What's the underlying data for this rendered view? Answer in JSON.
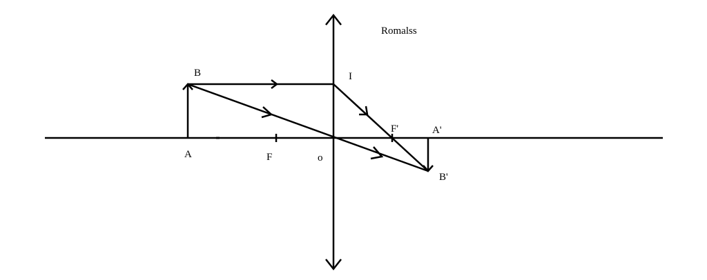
{
  "caption": "Romalss",
  "labels": {
    "object_base": "A",
    "object_top": "B",
    "focus_object_side": "F",
    "optical_center": "o",
    "lens_incidence_point": "I",
    "focus_image_side": "F'",
    "image_base": "A'",
    "image_tip": "B'"
  },
  "colors": {
    "line": "#000000",
    "background": "#ffffff"
  }
}
